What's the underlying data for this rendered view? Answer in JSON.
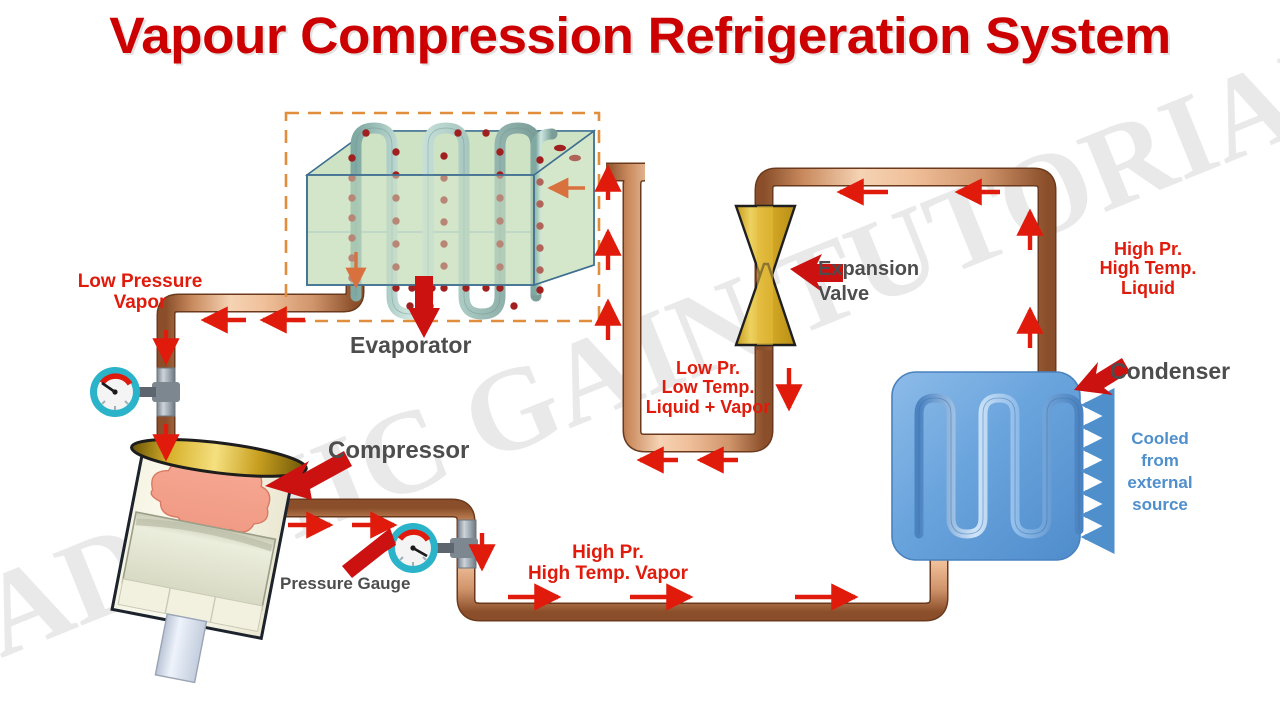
{
  "title": "Vapour Compression Refrigeration System",
  "watermark": "ACADEMIC GAIN TUTORIALS",
  "colors": {
    "title_red": "#cc0000",
    "label_red": "#e01b0c",
    "label_gray": "#4d4d4d",
    "label_blue": "#4e8fcc",
    "pipe_copper": "#c98a5e",
    "pipe_copper_light": "#f0c09a",
    "evaporator_box": "#cfe4c5",
    "evaporator_coil": "#a9c9c2",
    "coil_dot": "#a02020",
    "condenser_blue": "#6aa4dd",
    "valve_gold": "#d9ae29",
    "gauge_cyan": "#2bb3c9",
    "dashed_orange": "#e08e3c",
    "arrow_red": "#e01b0c",
    "arrow_blue": "#4e8fcc"
  },
  "components": {
    "evaporator": {
      "label": "Evaporator"
    },
    "compressor": {
      "label": "Compressor"
    },
    "condenser": {
      "label": "Condenser"
    },
    "expansion_valve": {
      "label": "Expansion\nValve"
    },
    "pressure_gauge": {
      "label": "Pressure Gauge"
    }
  },
  "state_labels": {
    "low_pressure_vapor": "Low Pressure\nVapor",
    "high_pr_high_temp_vapor": "High Pr.\nHigh Temp. Vapor",
    "high_pr_high_temp_liquid": "High Pr.\nHigh Temp.\nLiquid",
    "low_pr_low_temp_liquid_vapor": "Low Pr.\nLow Temp.\nLiquid + Vapor",
    "cooled_external": "Cooled\nfrom\nexternal\nsource"
  }
}
